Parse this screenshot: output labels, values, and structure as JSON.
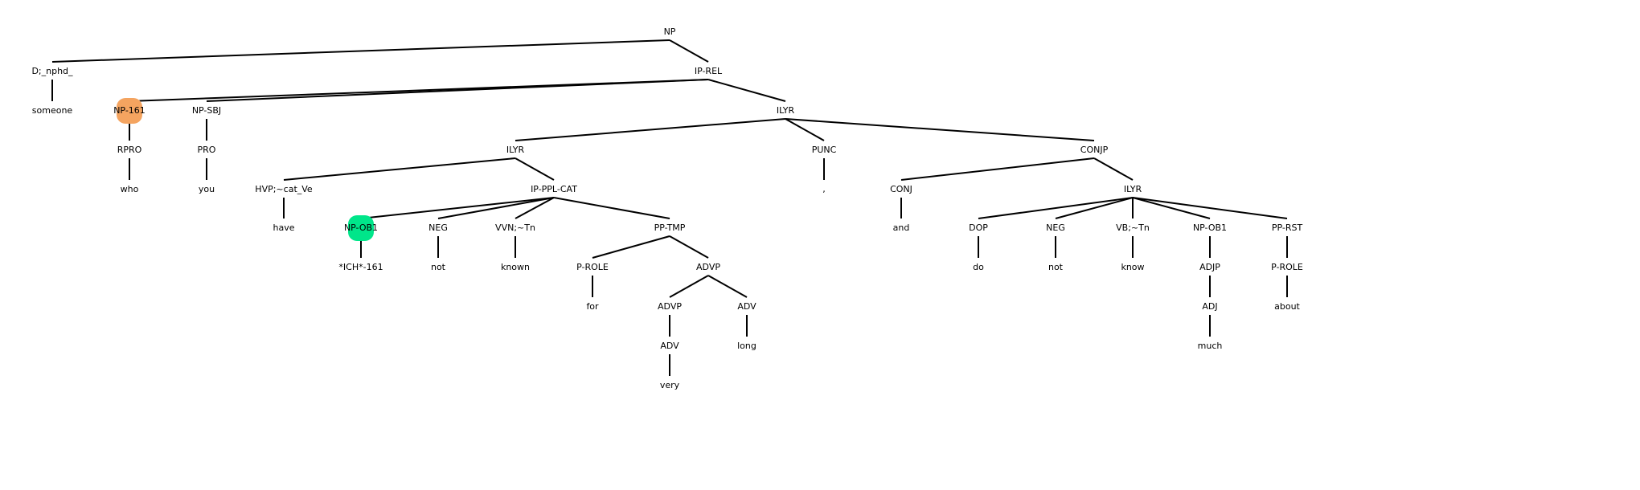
{
  "tree": {
    "nodes": [
      {
        "id": "np_root",
        "label": "NP"
      },
      {
        "id": "d_nphd",
        "label": "D;_nphd_"
      },
      {
        "id": "someone",
        "label": "someone"
      },
      {
        "id": "ip_rel",
        "label": "IP-REL"
      },
      {
        "id": "np_161",
        "label": "NP-161",
        "highlight": "#f4a460"
      },
      {
        "id": "rpro",
        "label": "RPRO"
      },
      {
        "id": "who",
        "label": "who"
      },
      {
        "id": "np_sbj",
        "label": "NP-SBJ"
      },
      {
        "id": "pro",
        "label": "PRO"
      },
      {
        "id": "you",
        "label": "you"
      },
      {
        "id": "ilyr_1",
        "label": "ILYR"
      },
      {
        "id": "ilyr_2",
        "label": "ILYR"
      },
      {
        "id": "hvp",
        "label": "HVP;~cat_Ve"
      },
      {
        "id": "have",
        "label": "have"
      },
      {
        "id": "ip_ppl_cat",
        "label": "IP-PPL-CAT"
      },
      {
        "id": "np_ob1_a",
        "label": "NP-OB1",
        "highlight": "#00e68a"
      },
      {
        "id": "ich_161",
        "label": "*ICH*-161"
      },
      {
        "id": "neg_a",
        "label": "NEG"
      },
      {
        "id": "not_a",
        "label": "not"
      },
      {
        "id": "vvn",
        "label": "VVN;~Tn"
      },
      {
        "id": "known",
        "label": "known"
      },
      {
        "id": "pp_tmp",
        "label": "PP-TMP"
      },
      {
        "id": "p_role_a",
        "label": "P-ROLE"
      },
      {
        "id": "for",
        "label": "for"
      },
      {
        "id": "advp_a",
        "label": "ADVP"
      },
      {
        "id": "advp_b",
        "label": "ADVP"
      },
      {
        "id": "adv_a",
        "label": "ADV"
      },
      {
        "id": "very",
        "label": "very"
      },
      {
        "id": "adv_b",
        "label": "ADV"
      },
      {
        "id": "long",
        "label": "long"
      },
      {
        "id": "punc",
        "label": "PUNC"
      },
      {
        "id": "comma",
        "label": ","
      },
      {
        "id": "conjp",
        "label": "CONJP"
      },
      {
        "id": "conj",
        "label": "CONJ"
      },
      {
        "id": "and",
        "label": "and"
      },
      {
        "id": "ilyr_3",
        "label": "ILYR"
      },
      {
        "id": "dop",
        "label": "DOP"
      },
      {
        "id": "do",
        "label": "do"
      },
      {
        "id": "neg_b",
        "label": "NEG"
      },
      {
        "id": "not_b",
        "label": "not"
      },
      {
        "id": "vb",
        "label": "VB;~Tn"
      },
      {
        "id": "know",
        "label": "know"
      },
      {
        "id": "np_ob1_b",
        "label": "NP-OB1"
      },
      {
        "id": "adjp",
        "label": "ADJP"
      },
      {
        "id": "adj",
        "label": "ADJ"
      },
      {
        "id": "much",
        "label": "much"
      },
      {
        "id": "pp_rst",
        "label": "PP-RST"
      },
      {
        "id": "p_role_b",
        "label": "P-ROLE"
      },
      {
        "id": "about",
        "label": "about"
      }
    ],
    "edges": [
      [
        "np_root",
        "d_nphd"
      ],
      [
        "np_root",
        "ip_rel"
      ],
      [
        "d_nphd",
        "someone"
      ],
      [
        "ip_rel",
        "np_161"
      ],
      [
        "ip_rel",
        "np_sbj"
      ],
      [
        "ip_rel",
        "ilyr_1"
      ],
      [
        "np_161",
        "rpro"
      ],
      [
        "rpro",
        "who"
      ],
      [
        "np_sbj",
        "pro"
      ],
      [
        "pro",
        "you"
      ],
      [
        "ilyr_1",
        "ilyr_2"
      ],
      [
        "ilyr_1",
        "punc"
      ],
      [
        "ilyr_1",
        "conjp"
      ],
      [
        "ilyr_2",
        "hvp"
      ],
      [
        "ilyr_2",
        "ip_ppl_cat"
      ],
      [
        "hvp",
        "have"
      ],
      [
        "ip_ppl_cat",
        "np_ob1_a"
      ],
      [
        "ip_ppl_cat",
        "neg_a"
      ],
      [
        "ip_ppl_cat",
        "vvn"
      ],
      [
        "ip_ppl_cat",
        "pp_tmp"
      ],
      [
        "np_ob1_a",
        "ich_161"
      ],
      [
        "neg_a",
        "not_a"
      ],
      [
        "vvn",
        "known"
      ],
      [
        "pp_tmp",
        "p_role_a"
      ],
      [
        "pp_tmp",
        "advp_a"
      ],
      [
        "p_role_a",
        "for"
      ],
      [
        "advp_a",
        "advp_b"
      ],
      [
        "advp_a",
        "adv_b"
      ],
      [
        "advp_b",
        "adv_a"
      ],
      [
        "adv_a",
        "very"
      ],
      [
        "adv_b",
        "long"
      ],
      [
        "punc",
        "comma"
      ],
      [
        "conjp",
        "conj"
      ],
      [
        "conjp",
        "ilyr_3"
      ],
      [
        "conj",
        "and"
      ],
      [
        "ilyr_3",
        "dop"
      ],
      [
        "ilyr_3",
        "neg_b"
      ],
      [
        "ilyr_3",
        "vb"
      ],
      [
        "ilyr_3",
        "np_ob1_b"
      ],
      [
        "ilyr_3",
        "pp_rst"
      ],
      [
        "dop",
        "do"
      ],
      [
        "neg_b",
        "not_b"
      ],
      [
        "vb",
        "know"
      ],
      [
        "np_ob1_b",
        "adjp"
      ],
      [
        "adjp",
        "adj"
      ],
      [
        "adj",
        "much"
      ],
      [
        "pp_rst",
        "p_role_b"
      ],
      [
        "p_role_b",
        "about"
      ]
    ]
  }
}
